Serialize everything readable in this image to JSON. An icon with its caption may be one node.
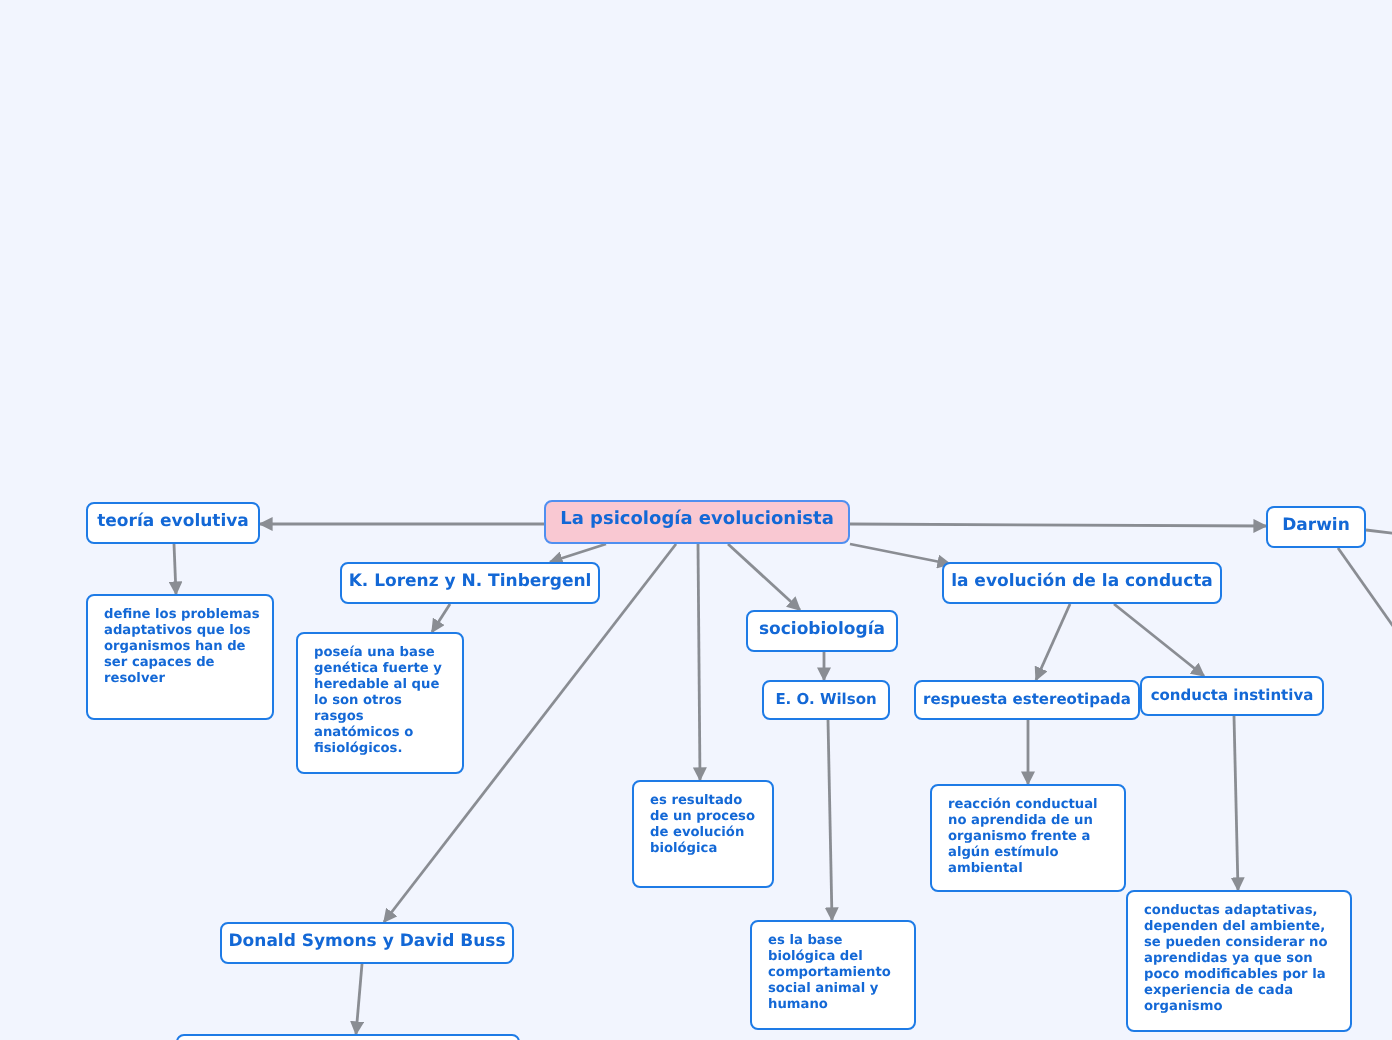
{
  "diagram": {
    "nodes": [
      {
        "text": [
          "La psicología evolucionista"
        ]
      },
      {
        "text": [
          "teoría evolutiva"
        ]
      },
      {
        "text": [
          "define los problemas adaptativos que los organismos han de ser capaces de resolver"
        ]
      },
      {
        "text": [
          "K. Lorenz y N. Tinbergenl"
        ]
      },
      {
        "text": [
          "poseía una base genética fuerte y heredable  al que lo son otros rasgos anatómicos o fisiológicos."
        ]
      },
      {
        "text": [
          "es resultado de un proceso de evolución biológica"
        ]
      },
      {
        "text": [
          "sociobiología"
        ]
      },
      {
        "text": [
          "E. O. Wilson"
        ]
      },
      {
        "text": [
          "es la base biológica del comportamiento social animal y humano"
        ]
      },
      {
        "text": [
          "la evolución de la conducta"
        ]
      },
      {
        "text": [
          "respuesta estereotipada"
        ]
      },
      {
        "text": [
          "reacción conductual no aprendida de un organismo frente a algún estímulo ambiental"
        ]
      },
      {
        "text": [
          "conducta instintiva"
        ]
      },
      {
        "text": [
          "conductas adaptativas, dependen del ambiente, se pueden considerar no aprendidas ya que son poco modificables por la experiencia de cada organismo"
        ]
      },
      {
        "text": [
          "Darwin"
        ]
      },
      {
        "text": [
          "Donald Symons y David Buss"
        ]
      },
      {
        "text": [],
        "shape": "box"
      }
    ],
    "edges": [
      {
        "from": 0,
        "to": 1,
        "arrow": "to"
      },
      {
        "from": 1,
        "to": 2,
        "arrow": "to"
      },
      {
        "from": 0,
        "to": 3,
        "arrow": "to"
      },
      {
        "from": 3,
        "to": 4,
        "arrow": "to"
      },
      {
        "from": 0,
        "to": 5,
        "arrow": "to"
      },
      {
        "from": 0,
        "to": 6,
        "arrow": "to"
      },
      {
        "from": 6,
        "to": 7,
        "arrow": "to"
      },
      {
        "from": 7,
        "to": 8,
        "arrow": "to"
      },
      {
        "from": 0,
        "to": 9,
        "arrow": "to"
      },
      {
        "from": 9,
        "to": 10,
        "arrow": "to"
      },
      {
        "from": 10,
        "to": 11,
        "arrow": "to"
      },
      {
        "from": 9,
        "to": 12,
        "arrow": "to"
      },
      {
        "from": 12,
        "to": 13,
        "arrow": "to"
      },
      {
        "from": 0,
        "to": 14,
        "arrow": "to"
      },
      {
        "from": 0,
        "to": 15,
        "arrow": "to"
      },
      {
        "from": 15,
        "to": 16,
        "arrow": "to"
      },
      {
        "from": 14,
        "to": null,
        "arrow": "none"
      },
      {
        "from": 14,
        "to": null,
        "arrow": "none"
      }
    ]
  }
}
